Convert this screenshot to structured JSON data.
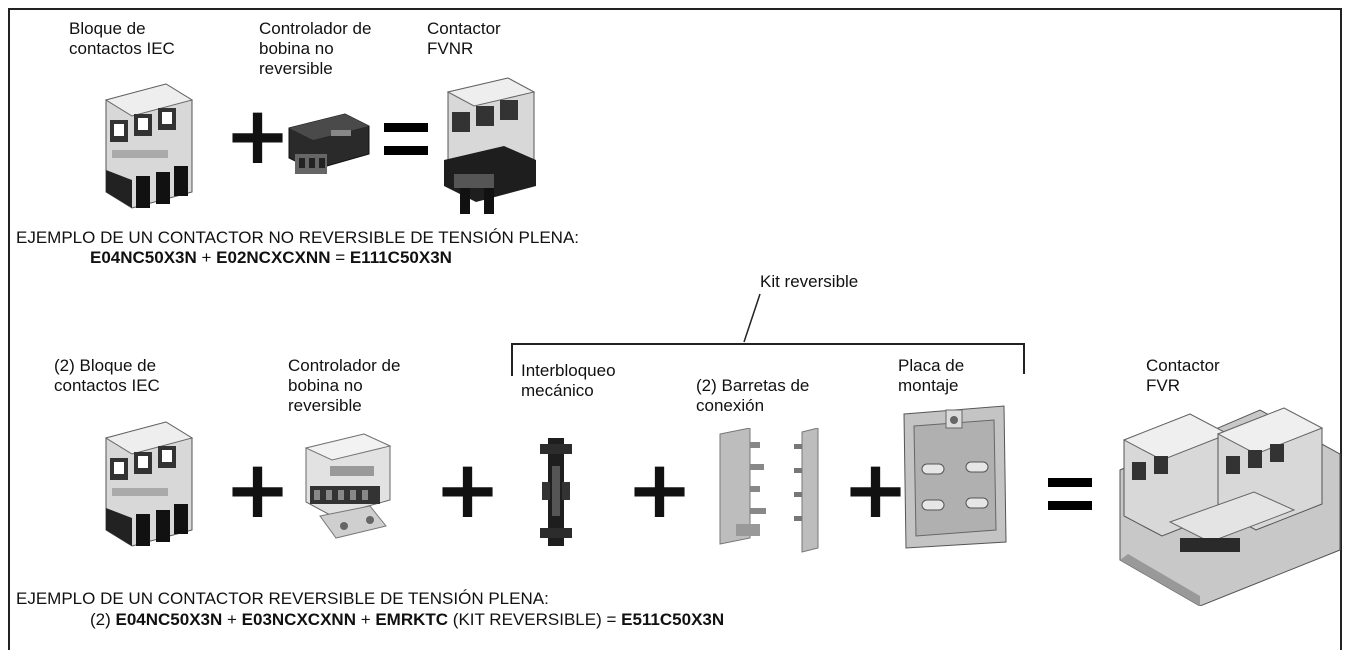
{
  "fvnr": {
    "labels": {
      "contact_block": "Bloque de\ncontactos IEC",
      "coil_controller": "Controlador de\nbobina no\nreversible",
      "contactor": "Contactor\nFVNR"
    },
    "example_title": "EJEMPLO DE UN CONTACTOR NO REVERSIBLE DE TENSIÓN PLENA:",
    "formula": {
      "part1": "E04NC50X3N",
      "plus1": " + ",
      "part2": "E02NCXCXNN",
      "equals": " = ",
      "result": "E111C50X3N"
    }
  },
  "fvr": {
    "kit_label": "Kit reversible",
    "labels": {
      "contact_block": "(2) Bloque de\ncontactos IEC",
      "coil_controller": "Controlador de\nbobina no\nreversible",
      "interlock": "Interbloqueo\nmecánico",
      "bars": "(2) Barretas de\nconexión",
      "plate": "Placa de\nmontaje",
      "contactor": "Contactor\nFVR"
    },
    "example_title": "EJEMPLO DE UN CONTACTOR REVERSIBLE DE TENSIÓN PLENA:",
    "formula": {
      "qty": "(2) ",
      "part1": "E04NC50X3N",
      "plus1": " + ",
      "part2": "E03NCXCXNN",
      "plus2": " + ",
      "part3": "EMRKTC",
      "kit_note": " (KIT REVERSIBLE)",
      "equals": " = ",
      "result": "E511C50X3N"
    }
  }
}
